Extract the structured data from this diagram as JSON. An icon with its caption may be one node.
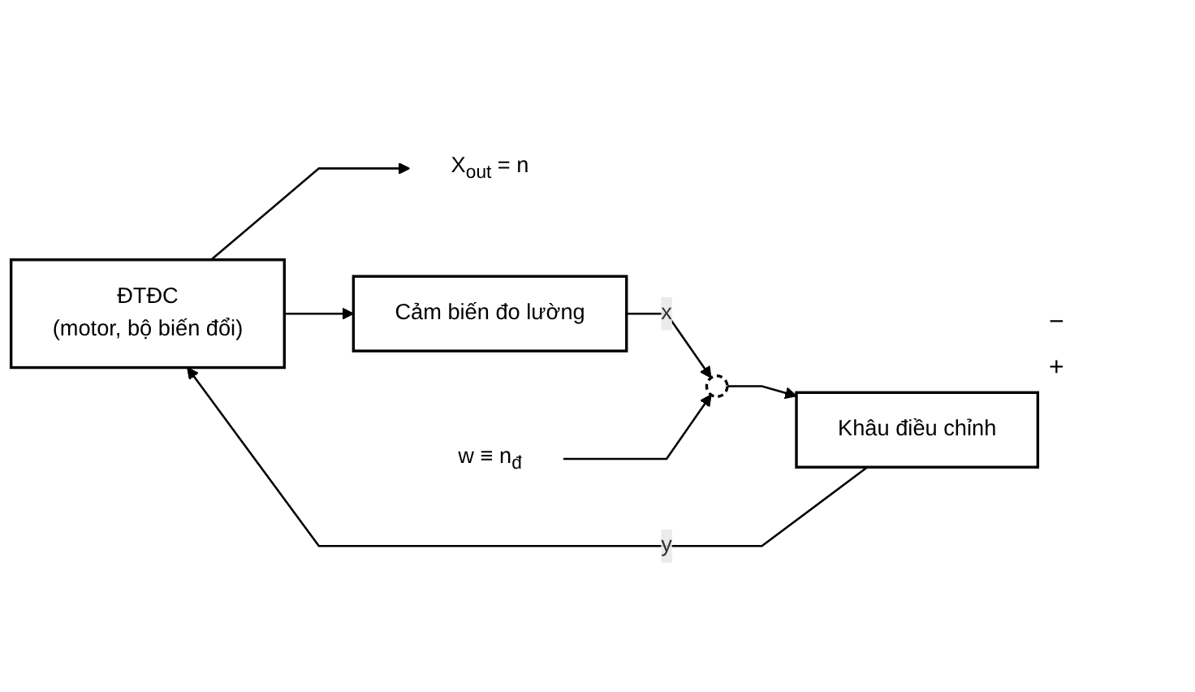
{
  "diagram": {
    "nodes": [
      {
        "text": [
          "ĐTĐC",
          "(motor, bộ biến đổi)"
        ]
      },
      {
        "text": [
          "X$_{out}$ = n"
        ]
      },
      {
        "text": [
          "Cảm biến đo lường"
        ]
      },
      {
        "text": [],
        "shape": "circle"
      },
      {
        "text": [
          "w ≡ n$_{đ}$"
        ]
      },
      {
        "text": [
          "Khâu điều chỉnh"
        ]
      }
    ],
    "edges": [
      {
        "from": 5,
        "to": 0,
        "arrow": "to",
        "label": "y"
      },
      {
        "from": 0,
        "to": 1,
        "arrow": "to"
      },
      {
        "from": 0,
        "to": 2,
        "arrow": "to"
      },
      {
        "from": 2,
        "to": 3,
        "arrow": "to",
        "label": "x"
      },
      {
        "from": 4,
        "to": 3,
        "arrow": "to"
      },
      {
        "from": 3,
        "to": 5,
        "arrow": "to"
      }
    ],
    "labels": [
      "−",
      "+"
    ]
  }
}
